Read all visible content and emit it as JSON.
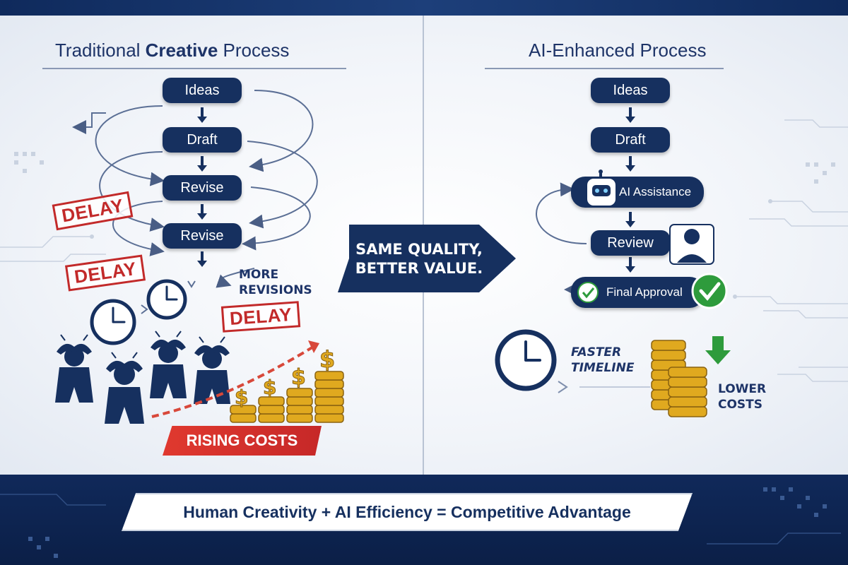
{
  "left_panel": {
    "title_prefix": "Traditional ",
    "title_bold": "Creative",
    "title_suffix": " Process",
    "steps": [
      "Ideas",
      "Draft",
      "Revise",
      "Revise"
    ],
    "delay_label": "DELAY",
    "more_revisions": "MORE REVISIONS",
    "rising_costs": "RISING COSTS"
  },
  "center": {
    "line1": "SAME QUALITY,",
    "line2": "BETTER VALUE."
  },
  "right_panel": {
    "title": "AI-Enhanced Process",
    "steps": [
      "Ideas",
      "Draft"
    ],
    "ai_assistance": "AI Assistance",
    "review": "Review",
    "final_approval": "Final Approval",
    "faster_timeline": "FASTER TIMELINE",
    "lower_costs": "LOWER COSTS"
  },
  "footer": {
    "tagline": "Human Creativity + AI Efficiency = Competitive Advantage"
  },
  "icons": [
    "clock-icon",
    "stressed-person-icon",
    "coin-stack-icon",
    "dollar-icon",
    "robot-icon",
    "reviewer-person-icon",
    "check-icon",
    "down-arrow-icon"
  ],
  "colors": {
    "navy": "#16305f",
    "delay_red": "#c22a2a",
    "check_green": "#2e9b3c",
    "gold": "#e0a91f",
    "band_dark": "#0f2a5c"
  }
}
